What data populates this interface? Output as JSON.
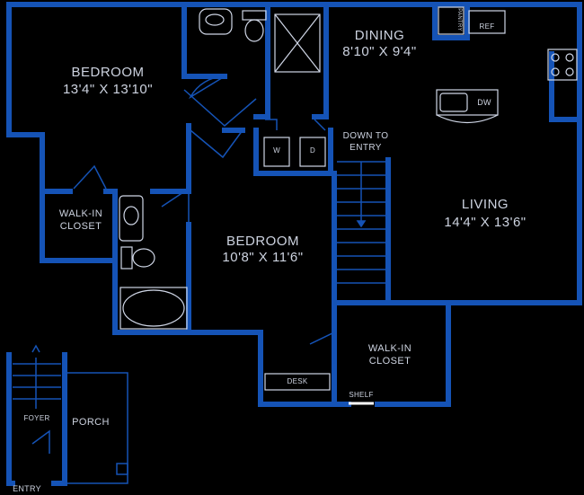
{
  "rooms": {
    "bedroom1": {
      "name": "BEDROOM",
      "size": "13'4\" X 13'10\""
    },
    "dining": {
      "name": "DINING",
      "size": "8'10\" X 9'4\""
    },
    "living": {
      "name": "LIVING",
      "size": "14'4\" X 13'6\""
    },
    "bedroom2": {
      "name": "BEDROOM",
      "size": "10'8\" X 11'6\""
    },
    "walkin1": {
      "line1": "WALK-IN",
      "line2": "CLOSET"
    },
    "walkin2": {
      "line1": "WALK-IN",
      "line2": "CLOSET"
    },
    "porch": "PORCH",
    "foyer": "FOYER"
  },
  "labels": {
    "down_to_entry_line1": "DOWN TO",
    "down_to_entry_line2": "ENTRY",
    "pantry": "PANTRY",
    "ref": "REF",
    "dw": "DW",
    "washer": "W",
    "dryer": "D",
    "desk": "DESK",
    "shelf": "SHELF",
    "entry": "ENTRY"
  },
  "colors": {
    "wall": "#1553b6",
    "background": "#000000",
    "text": "#cdd3e0"
  }
}
